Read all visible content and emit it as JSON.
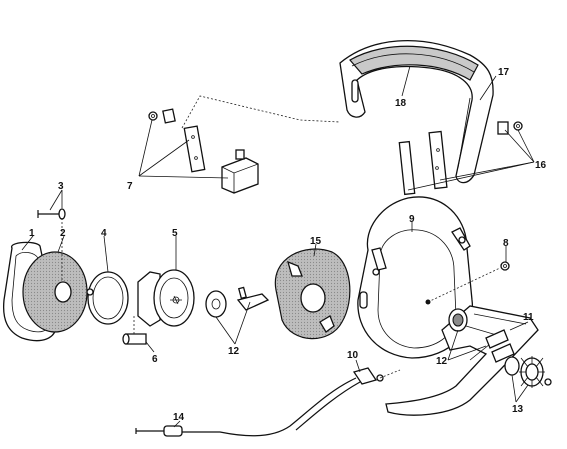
{
  "callouts": {
    "c1": "1",
    "c2": "2",
    "c3": "3",
    "c4": "4",
    "c5": "5",
    "c6": "6",
    "c7": "7",
    "c8": "8",
    "c9": "9",
    "c10": "10",
    "c11": "11",
    "c12a": "12",
    "c12b": "12",
    "c13": "13",
    "c14": "14",
    "c15": "15",
    "c16": "16",
    "c17": "17",
    "c18": "18"
  }
}
